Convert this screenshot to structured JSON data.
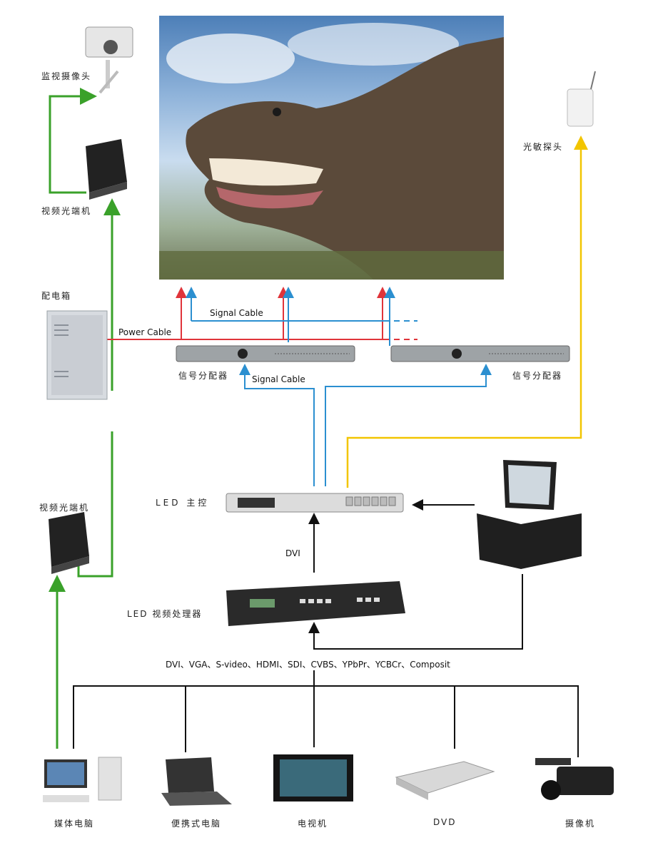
{
  "labels": {
    "camera_cctv": "监视摄像头",
    "transceiver_top": "视频光端机",
    "distribution_box": "配电箱",
    "light_sensor": "光敏探头",
    "splitter_left": "信号分配器",
    "splitter_right": "信号分配器",
    "led_controller": "LED 主控",
    "video_processor": "LED 视频处理器",
    "transceiver_bottom": "视频光端机",
    "media_pc": "媒体电脑",
    "laptop": "便携式电脑",
    "tv": "电视机",
    "dvd": "DVD",
    "camcorder": "摄像机"
  },
  "cables": {
    "power": "Power Cable",
    "signal_top": "Signal Cable",
    "signal_mid": "Signal Cable",
    "dvi": "DVI"
  },
  "inputs_line": "DVI、VGA、S-video、HDMI、SDI、CVBS、YPbPr、YCBCr、Composit",
  "colors": {
    "green": "#3aa12a",
    "blue": "#2b8fd0",
    "red": "#e0343a",
    "yellow": "#f2c500",
    "black": "#111111"
  }
}
